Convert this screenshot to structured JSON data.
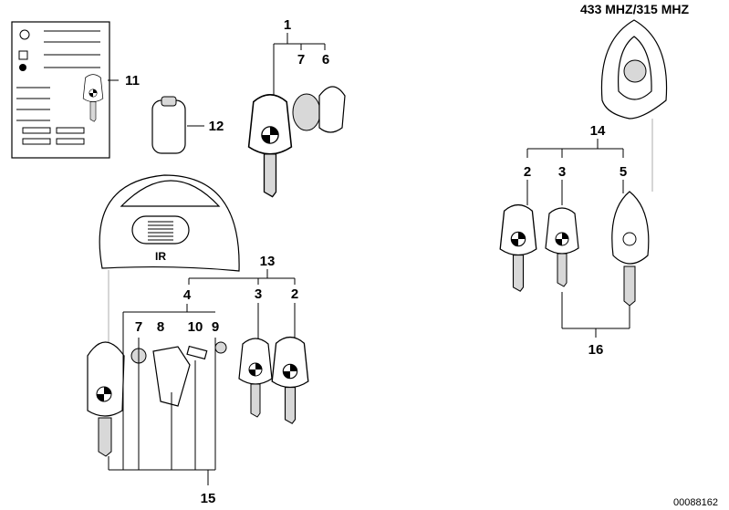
{
  "header": {
    "frequency_label": "433 MHZ/315 MHZ"
  },
  "cover": {
    "ir_label": "IR"
  },
  "callouts": {
    "c1": "1",
    "c7a": "7",
    "c6": "6",
    "c11": "11",
    "c12": "12",
    "c14": "14",
    "c2a": "2",
    "c3a": "3",
    "c5": "5",
    "c13": "13",
    "c4": "4",
    "c3b": "3",
    "c2b": "2",
    "c7b": "7",
    "c8": "8",
    "c10": "10",
    "c9": "9",
    "c16": "16",
    "c15": "15"
  },
  "footer": {
    "diagram_number": "00088162"
  }
}
